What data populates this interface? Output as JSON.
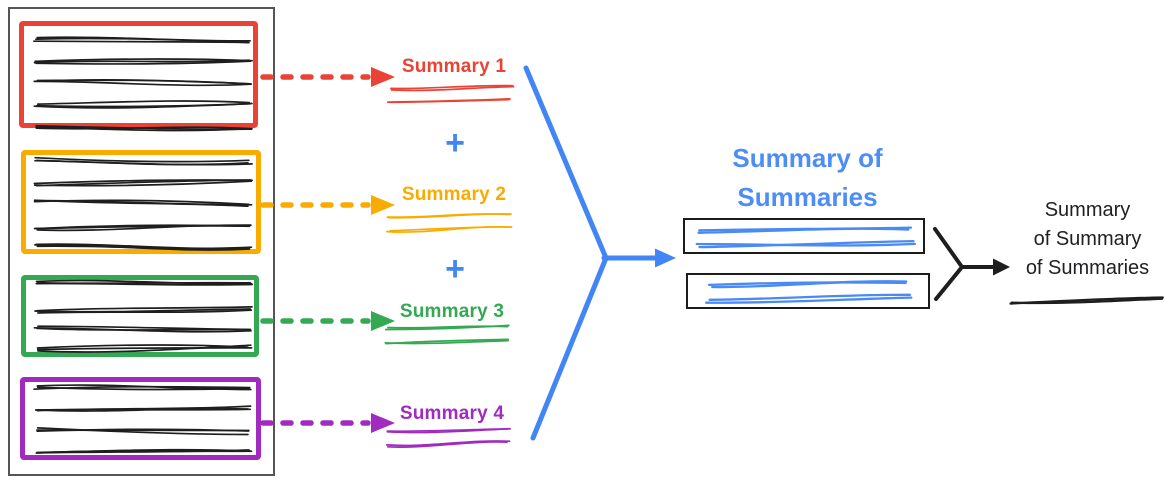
{
  "colors": {
    "red": "#EA4335",
    "orange": "#F9AB00",
    "green": "#34A853",
    "purple": "#A12BC1",
    "blue": "#4285F4",
    "title_blue": "#4C8DF6",
    "scribble_blue": "#4A8AF4",
    "ink": "#1E1E1E",
    "text_dark": "#202124",
    "outer_border": "#555555",
    "box_border": "#1C1C1C"
  },
  "source_stack": {
    "documents": [
      {
        "name": "document-1",
        "color": "red",
        "line_count": 5
      },
      {
        "name": "document-2",
        "color": "orange",
        "line_count": 5
      },
      {
        "name": "document-3",
        "color": "green",
        "line_count": 4
      },
      {
        "name": "document-4",
        "color": "purple",
        "line_count": 4
      }
    ]
  },
  "summary_labels": [
    {
      "label": "Summary 1",
      "color": "red"
    },
    {
      "label": "Summary 2",
      "color": "orange"
    },
    {
      "label": "Summary 3",
      "color": "green"
    },
    {
      "label": "Summary 4",
      "color": "purple"
    }
  ],
  "plus_sign": "+",
  "merge_title": {
    "line1": "Summary of",
    "line2": "Summaries"
  },
  "final_label": {
    "line1": "Summary",
    "line2": "of Summary",
    "line3": "of Summaries"
  }
}
